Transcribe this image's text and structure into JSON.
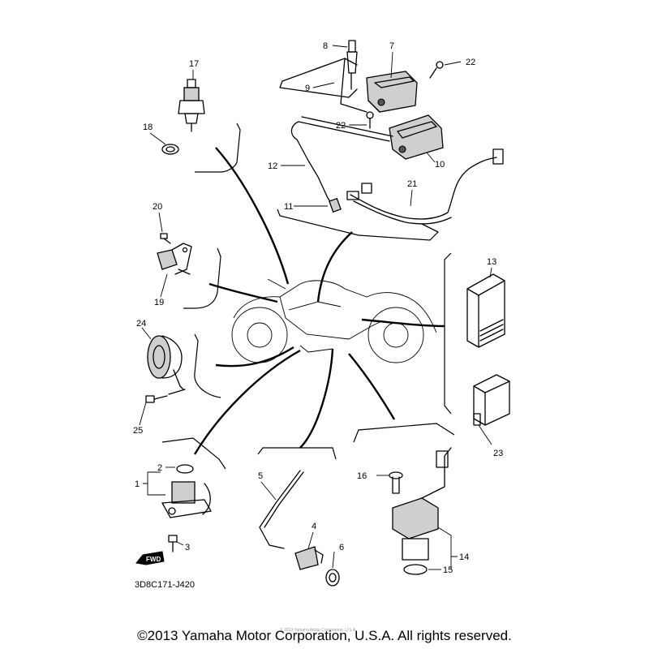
{
  "diagram": {
    "drawing_code": "3D8C171-J420",
    "fwd_label": "FWD",
    "watermark": "© 2013 Yamaha Motor Corporation, U.S.A.",
    "callouts": {
      "c1": "1",
      "c2": "2",
      "c3": "3",
      "c4": "4",
      "c5": "5",
      "c6": "6",
      "c7": "7",
      "c8": "8",
      "c9": "9",
      "c10": "10",
      "c11": "11",
      "c12": "12",
      "c13": "13",
      "c14": "14",
      "c15": "15",
      "c16": "16",
      "c17": "17",
      "c18": "18",
      "c19": "19",
      "c20": "20",
      "c21": "21",
      "c22a": "22",
      "c22b": "22",
      "c23": "23",
      "c24": "24",
      "c25": "25"
    }
  },
  "copyright": "©2013 Yamaha Motor Corporation, U.S.A. All rights reserved."
}
